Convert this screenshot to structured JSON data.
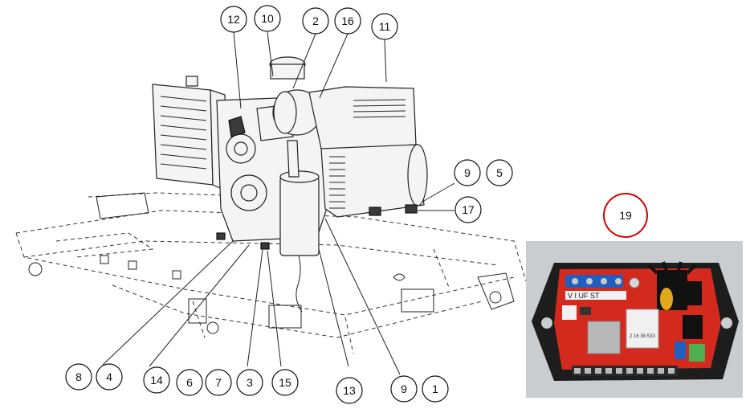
{
  "callouts": [
    {
      "id": "c12",
      "label": "12"
    },
    {
      "id": "c10",
      "label": "10"
    },
    {
      "id": "c2",
      "label": "2"
    },
    {
      "id": "c16",
      "label": "16"
    },
    {
      "id": "c11",
      "label": "11"
    },
    {
      "id": "c9a",
      "label": "9"
    },
    {
      "id": "c5",
      "label": "5"
    },
    {
      "id": "c17",
      "label": "17"
    },
    {
      "id": "c8",
      "label": "8"
    },
    {
      "id": "c4",
      "label": "4"
    },
    {
      "id": "c14",
      "label": "14"
    },
    {
      "id": "c6",
      "label": "6"
    },
    {
      "id": "c7",
      "label": "7"
    },
    {
      "id": "c3",
      "label": "3"
    },
    {
      "id": "c15",
      "label": "15"
    },
    {
      "id": "c13",
      "label": "13"
    },
    {
      "id": "c9b",
      "label": "9"
    },
    {
      "id": "c1",
      "label": "1"
    },
    {
      "id": "c19",
      "label": "19"
    }
  ],
  "regulator_board": {
    "terminal_labels": "V    I    UF  ST",
    "chip_code": "2 16 38 533",
    "accent_color": "#d42a1e",
    "case_color": "#1d1d1d",
    "terminal_color": "#1f5fbf"
  }
}
